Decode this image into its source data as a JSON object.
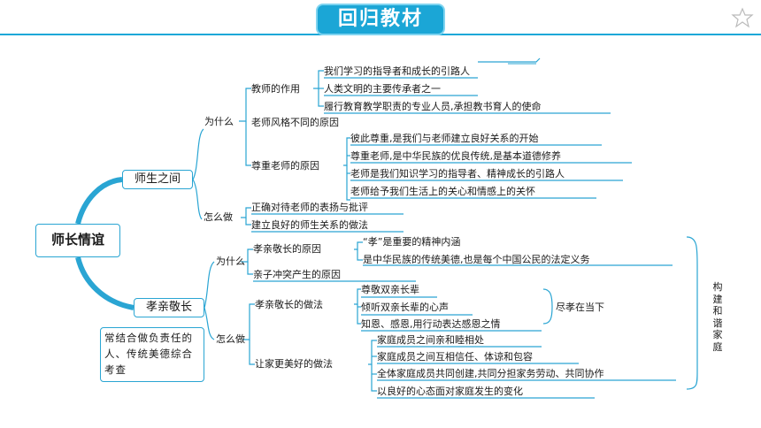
{
  "banner": "回归教材",
  "root": "师长情谊",
  "branch1": {
    "label": "师生之间",
    "why": {
      "label": "为什么",
      "teacher_role": {
        "label": "教师的作用",
        "items": [
          "我们学习的指导者和成长的引路人",
          "人类文明的主要传承者之一",
          "履行教育教学职责的专业人员,承担教书育人的使命"
        ]
      },
      "style": "老师风格不同的原因",
      "respect": {
        "label": "尊重老师的原因",
        "items": [
          "彼此尊重,是我们与老师建立良好关系的开始",
          "尊重老师,是中华民族的优良传统,是基本道德修养",
          "老师是我们知识学习的指导者、精神成长的引路人",
          "老师给予我们生活上的关心和情感上的关怀"
        ]
      }
    },
    "how": {
      "label": "怎么做",
      "items": [
        "正确对待老师的表扬与批评",
        "建立良好的师生关系的做法"
      ]
    }
  },
  "branch2": {
    "label": "孝亲敬长",
    "note": "常结合做负责任的人、传统美德综合考查",
    "why": {
      "label": "为什么",
      "reason": {
        "label": "孝亲敬长的原因",
        "items": [
          "“孝”是重要的精神内涵",
          "是中华民族的传统美德,也是每个中国公民的法定义务"
        ]
      },
      "conflict": "亲子冲突产生的原因"
    },
    "how": {
      "label": "怎么做",
      "practice": {
        "label": "孝亲敬长的做法",
        "items": [
          "尊敬双亲长辈",
          "倾听双亲长辈的心声",
          "知恩、感恩,用行动表达感恩之情"
        ],
        "summary": "尽孝在当下"
      },
      "family": {
        "label": "让家更美好的做法",
        "items": [
          "家庭成员之间亲和睦相处",
          "家庭成员之间互相信任、体谅和包容",
          "全体家庭成员共同创建,共同分担家务劳动、共同协作",
          "以良好的心态面对家庭发生的变化"
        ]
      }
    },
    "side": "构建和谐家庭"
  }
}
